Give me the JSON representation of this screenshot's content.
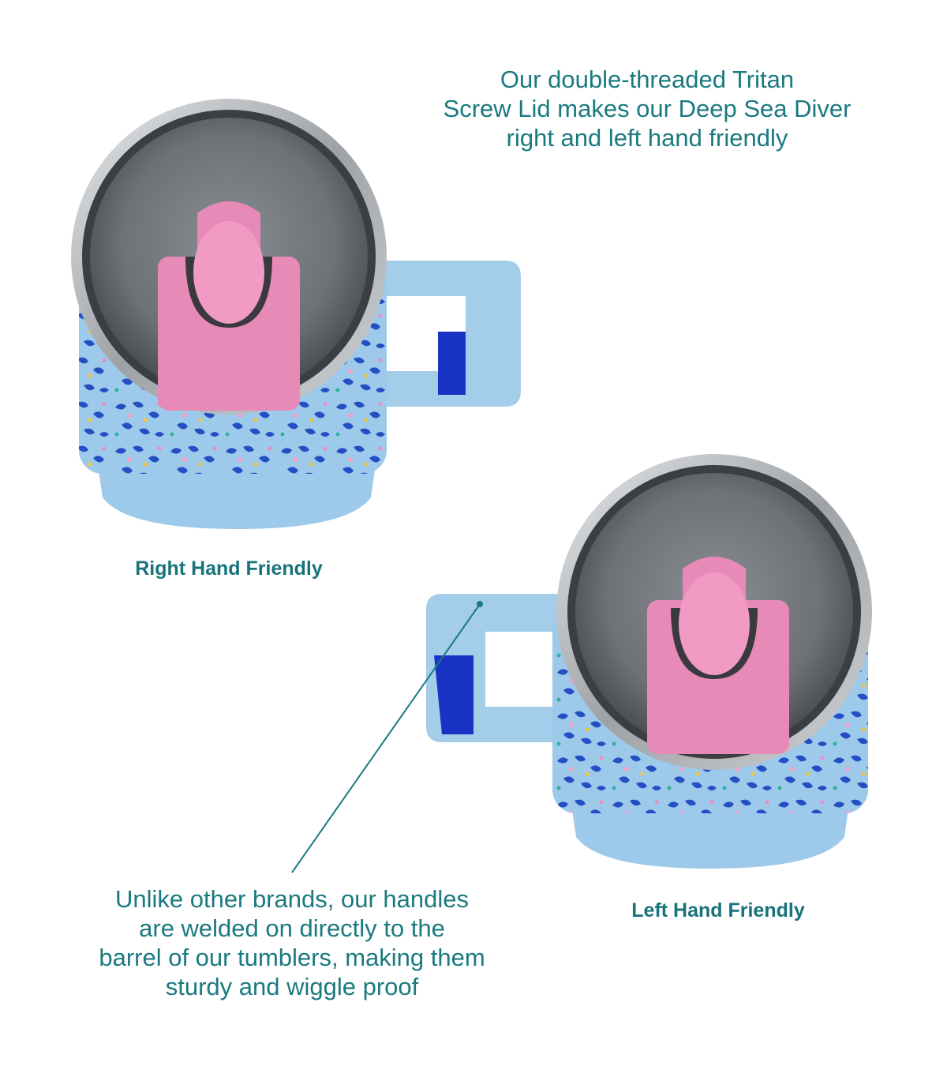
{
  "intro": {
    "lines": [
      "Our double-threaded Tritan",
      "Screw Lid makes our Deep Sea Diver",
      "right and left hand friendly"
    ]
  },
  "right_tumbler": {
    "label": "Right Hand Friendly"
  },
  "left_tumbler": {
    "label": "Left Hand Friendly"
  },
  "weld_callout": {
    "lines": [
      "Unlike other brands, our handles",
      "are welded on directly to the",
      "barrel of our tumblers, making them",
      "sturdy and wiggle proof"
    ]
  },
  "colors": {
    "text": "#1a7a80",
    "tumbler_blue": "#9dc9ea",
    "pattern_blue": "#1f4fc0",
    "lid_pink": "#e88ab8",
    "handle_inner": "#1933c4"
  }
}
